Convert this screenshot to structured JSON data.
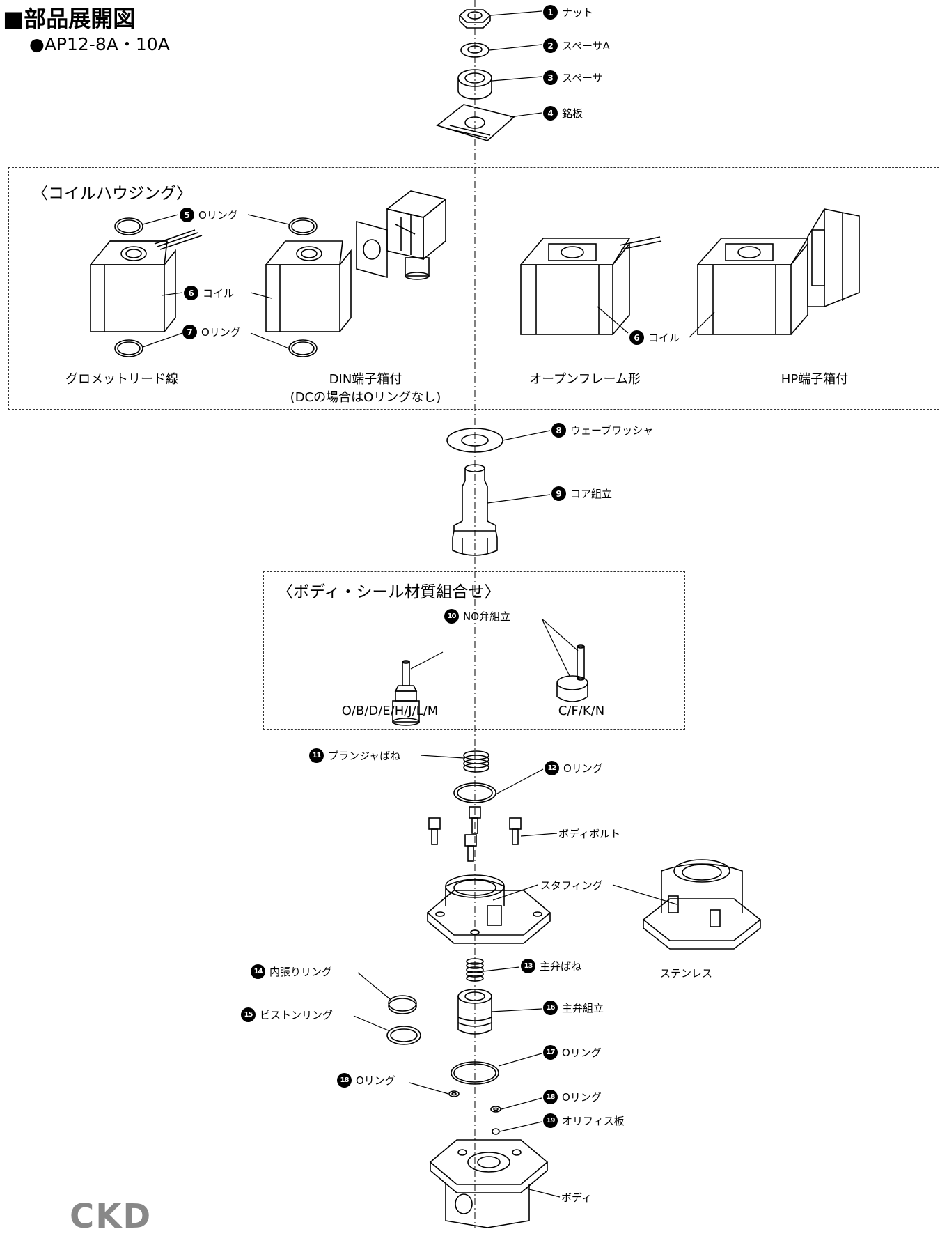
{
  "title": "■部品展開図",
  "subtitle": "●AP12-8A・10A",
  "coil_section": {
    "heading": "〈コイルハウジング〉",
    "captions": [
      "グロメットリード線",
      "DIN端子箱付",
      "(DCの場合はOリングなし)",
      "オープンフレーム形",
      "HP端子箱付"
    ]
  },
  "body_section": {
    "heading": "〈ボディ・シール材質組合せ〉",
    "captions": [
      "O/B/D/E/H/J/L/M",
      "C/F/K/N"
    ]
  },
  "parts": [
    {
      "no": "1",
      "name": "ナット"
    },
    {
      "no": "2",
      "name": "スペーサA"
    },
    {
      "no": "3",
      "name": "スペーサ"
    },
    {
      "no": "4",
      "name": "銘板"
    },
    {
      "no": "5",
      "name": "Oリング"
    },
    {
      "no": "6",
      "name": "コイル"
    },
    {
      "no": "7",
      "name": "Oリング"
    },
    {
      "no": "6",
      "name": "コイル"
    },
    {
      "no": "8",
      "name": "ウェーブワッシャ"
    },
    {
      "no": "9",
      "name": "コア組立"
    },
    {
      "no": "10",
      "name": "NO弁組立"
    },
    {
      "no": "11",
      "name": "プランジャばね"
    },
    {
      "no": "12",
      "name": "Oリング"
    },
    {
      "no": "13",
      "name": "主弁ばね"
    },
    {
      "no": "14",
      "name": "内張りリング"
    },
    {
      "no": "15",
      "name": "ピストンリング"
    },
    {
      "no": "16",
      "name": "主弁組立"
    },
    {
      "no": "17",
      "name": "Oリング"
    },
    {
      "no": "18",
      "name": "Oリング"
    },
    {
      "no": "18",
      "name": "Oリング"
    },
    {
      "no": "19",
      "name": "オリフィス板"
    }
  ],
  "plain_labels": [
    "ボディボルト",
    "スタフィング",
    "ステンレス",
    "ボディ"
  ],
  "brand": "CKD"
}
